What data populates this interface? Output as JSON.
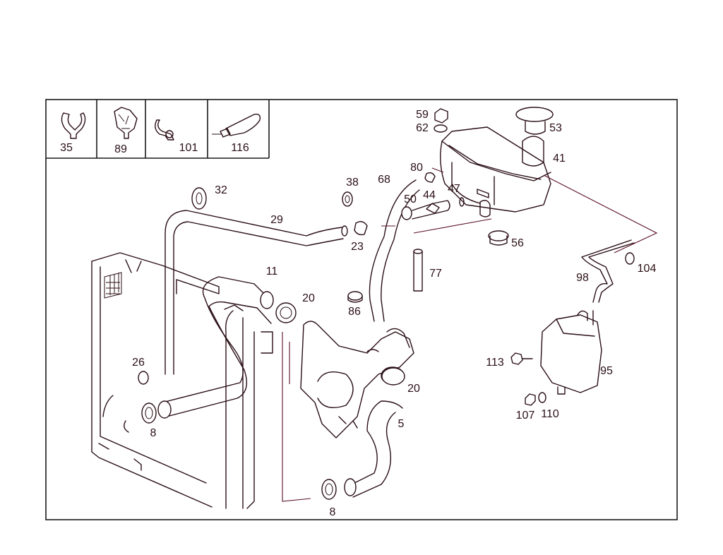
{
  "colors": {
    "line": "#2a0f16",
    "accent": "#8a1a3a",
    "background": "#ffffff"
  },
  "legend": [
    "35",
    "89",
    "101",
    "116"
  ],
  "callouts": {
    "p59": "59",
    "p62": "62",
    "p53": "53",
    "p41": "41",
    "p80": "80",
    "p68": "68",
    "p38": "38",
    "p44": "44",
    "p47": "47",
    "p50": "50",
    "p32": "32",
    "p29": "29",
    "p23": "23",
    "p56": "56",
    "p104": "104",
    "p98": "98",
    "p77": "77",
    "p11": "11",
    "p20a": "20",
    "p86": "86",
    "p26": "26",
    "p8a": "8",
    "p20b": "20",
    "p5": "5",
    "p8b": "8",
    "p113": "113",
    "p95": "95",
    "p107": "107",
    "p110": "110"
  }
}
